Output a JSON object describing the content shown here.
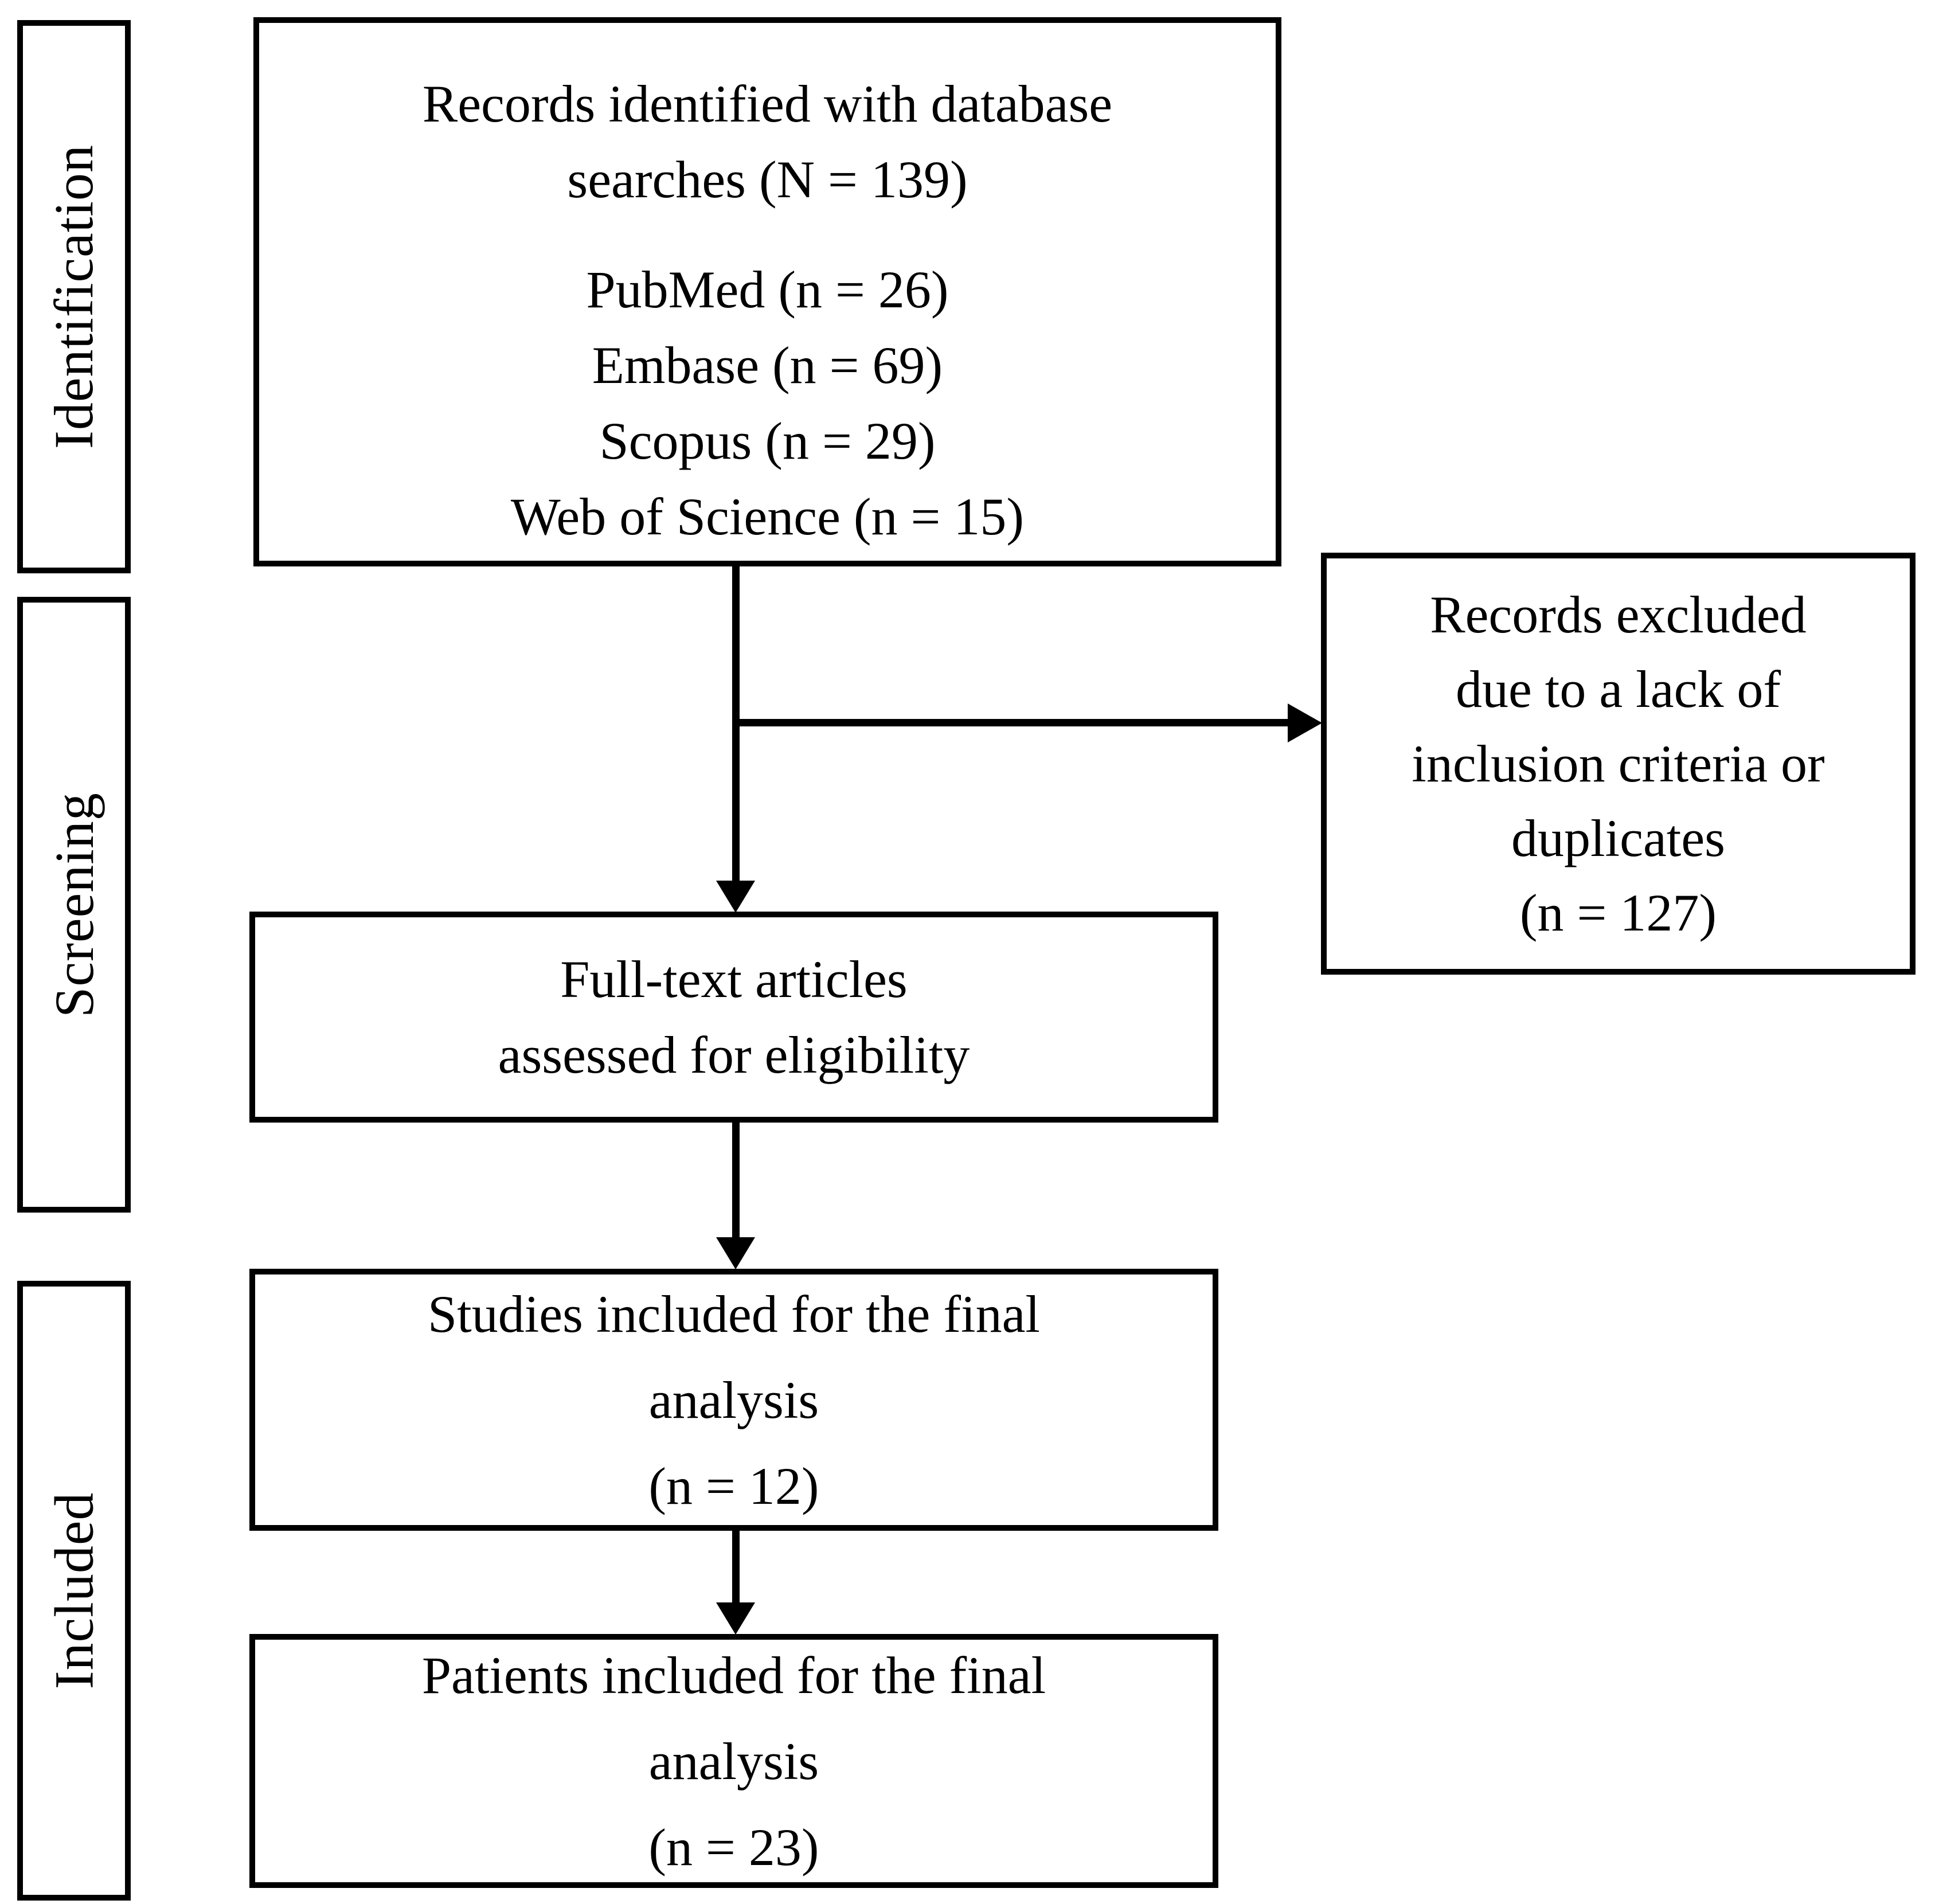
{
  "colors": {
    "line": "#000000",
    "text": "#000000",
    "background": "#ffffff"
  },
  "stages": [
    {
      "label": "Identification"
    },
    {
      "label": "Screening"
    },
    {
      "label": "Included"
    }
  ],
  "boxes": {
    "identified": {
      "title_lines": [
        "Records identified with database",
        "searches (N = 139)"
      ],
      "sources": [
        "PubMed (n = 26)",
        "Embase (n = 69)",
        "Scopus (n = 29)",
        "Web of Science (n = 15)"
      ]
    },
    "excluded": {
      "lines": [
        "Records excluded",
        "due to a lack of",
        "inclusion criteria or",
        "duplicates",
        "(n = 127)"
      ]
    },
    "fulltext": {
      "lines": [
        "Full-text articles",
        "assessed for eligibility"
      ]
    },
    "studies": {
      "lines": [
        "Studies included for the final",
        "analysis",
        "(n = 12)"
      ]
    },
    "patients": {
      "lines": [
        "Patients included for the final",
        "analysis",
        "(n = 23)"
      ]
    }
  }
}
